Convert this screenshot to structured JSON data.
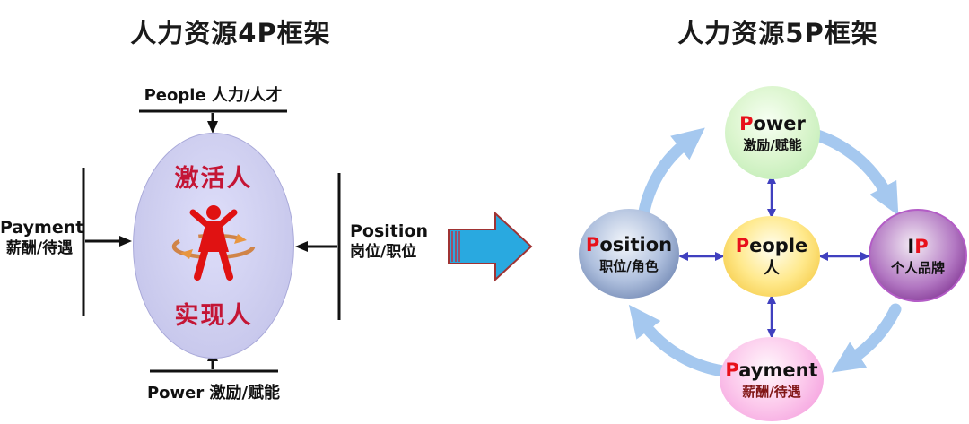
{
  "left_panel": {
    "title": "人力资源4P框架",
    "top_label": "People 人力/人才",
    "bottom_label": "Power 激励/赋能",
    "left_label": {
      "en": "Payment",
      "cn": "薪酬/待遇"
    },
    "right_label": {
      "en": "Position",
      "cn": "岗位/职位"
    },
    "ellipse": {
      "top_text": "激活人",
      "bottom_text": "实现人"
    },
    "icons": {
      "center": "spinning-person-icon"
    }
  },
  "transition": {
    "icon": "big-right-arrow"
  },
  "right_panel": {
    "title": "人力资源5P框架",
    "nodes": {
      "power": {
        "prefix": "",
        "red": "P",
        "rest": "ower",
        "cn": "激励/赋能"
      },
      "position": {
        "prefix": "",
        "red": "P",
        "rest": "osition",
        "cn": "职位/角色"
      },
      "people": {
        "prefix": "",
        "red": "P",
        "rest": "eople",
        "cn": "人"
      },
      "ip": {
        "prefix": "I",
        "red": "P",
        "rest": "",
        "cn": "个人品牌"
      },
      "payment": {
        "prefix": "",
        "red": "P",
        "rest": "ayment",
        "cn": "薪酬/待遇"
      }
    },
    "cycle_direction": "clockwise: Position → Power → IP → Payment → Position",
    "hub_links": [
      "people-power",
      "people-position",
      "people-ip",
      "people-payment"
    ]
  },
  "colors": {
    "accent_red": "#e8101a",
    "ellipse_fill": "#ccccee",
    "ellipse_text": "#c41535",
    "big_arrow_fill": "#29a9e0",
    "big_arrow_outline": "#a03333",
    "cycle_arrow": "#a5c8ef",
    "hub_arrow": "#4040bf",
    "node_power": "#b7e9ac",
    "node_position": "#50699c",
    "node_people": "#f1bf2d",
    "node_ip": "#651078",
    "node_payment": "#f291da",
    "payment_cn_text": "#801515"
  }
}
